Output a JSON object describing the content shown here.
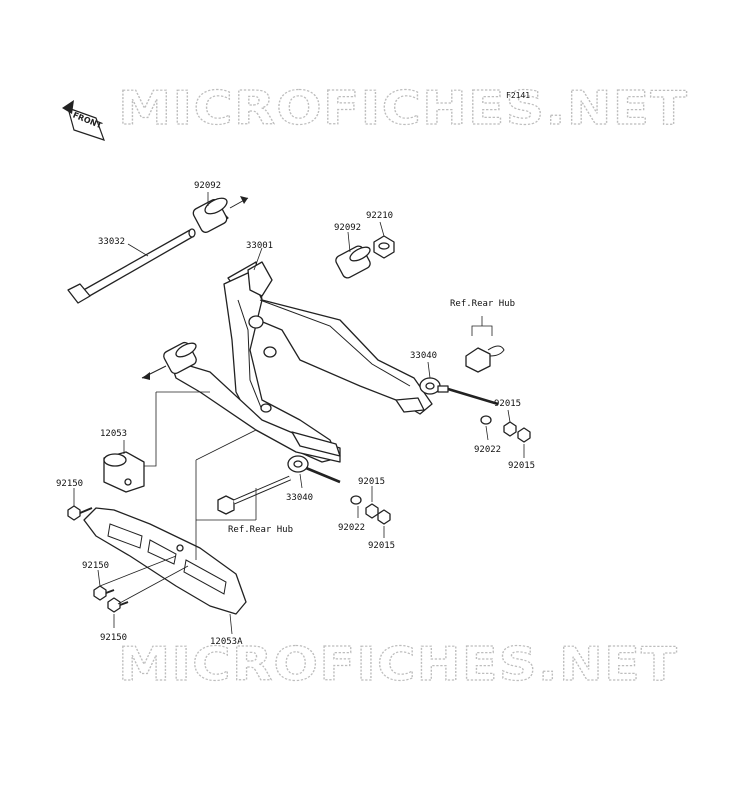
{
  "watermark": "MICROFICHES.NET",
  "figure_id": "F2141",
  "front_label": "FRONT",
  "references": [
    "Ref.Rear Hub",
    "Ref.Rear Hub"
  ],
  "parts": {
    "p92092a": "92092",
    "p33032": "33032",
    "p92092b": "92092",
    "p92210": "92210",
    "p33001": "33001",
    "p33040a": "33040",
    "p92015a": "92015",
    "p92022a": "92022",
    "p92015b": "92015",
    "p12053": "12053",
    "p92150a": "92150",
    "p33040b": "33040",
    "p92015c": "92015",
    "p92022b": "92022",
    "p92015d": "92015",
    "p92150b": "92150",
    "p92150c": "92150",
    "p12053A": "12053A"
  }
}
